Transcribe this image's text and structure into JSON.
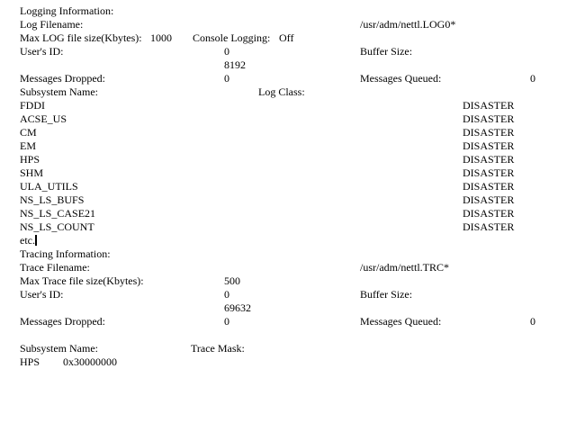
{
  "logging": {
    "heading": "Logging Information:",
    "log_filename_label": "Log Filename:",
    "log_filename_value": "/usr/adm/nettl.LOG0*",
    "max_log_label": "Max LOG file size(Kbytes):",
    "max_log_value": "1000",
    "console_logging_label": "Console Logging:",
    "console_logging_value": "Off",
    "users_id_label": "User's ID:",
    "users_id_value": "0",
    "buffer_size_label": "Buffer Size:",
    "buffer_size_value": "8192",
    "messages_dropped_label": "Messages Dropped:",
    "messages_dropped_value": "0",
    "messages_queued_label": "Messages Queued:",
    "messages_queued_value": "0",
    "subsystem_name_label": "Subsystem Name:",
    "log_class_label": "Log Class:",
    "subsystems": [
      {
        "name": "FDDI",
        "log_class": "DISASTER"
      },
      {
        "name": "ACSE_US",
        "log_class": "DISASTER"
      },
      {
        "name": "CM",
        "log_class": "DISASTER"
      },
      {
        "name": "EM",
        "log_class": "DISASTER"
      },
      {
        "name": "HPS",
        "log_class": "DISASTER"
      },
      {
        "name": "SHM",
        "log_class": "DISASTER"
      },
      {
        "name": "ULA_UTILS",
        "log_class": "DISASTER"
      },
      {
        "name": "NS_LS_BUFS",
        "log_class": "DISASTER"
      },
      {
        "name": "NS_LS_CASE21",
        "log_class": "DISASTER"
      },
      {
        "name": "NS_LS_COUNT",
        "log_class": "DISASTER"
      }
    ],
    "etc_text": "etc."
  },
  "tracing": {
    "heading": "Tracing Information:",
    "trace_filename_label": "Trace Filename:",
    "trace_filename_value": "/usr/adm/nettl.TRC*",
    "max_trace_label": "Max Trace file size(Kbytes):",
    "max_trace_value": "500",
    "users_id_label": "User's ID:",
    "users_id_value": "0",
    "buffer_size_label": "Buffer Size:",
    "buffer_size_value": "69632",
    "messages_dropped_label": "Messages Dropped:",
    "messages_dropped_value": "0",
    "messages_queued_label": "Messages Queued:",
    "messages_queued_value": "0",
    "subsystem_name_label": "Subsystem Name:",
    "trace_mask_label": "Trace Mask:",
    "subsystem_name_value": "HPS",
    "trace_mask_value": "0x30000000"
  }
}
